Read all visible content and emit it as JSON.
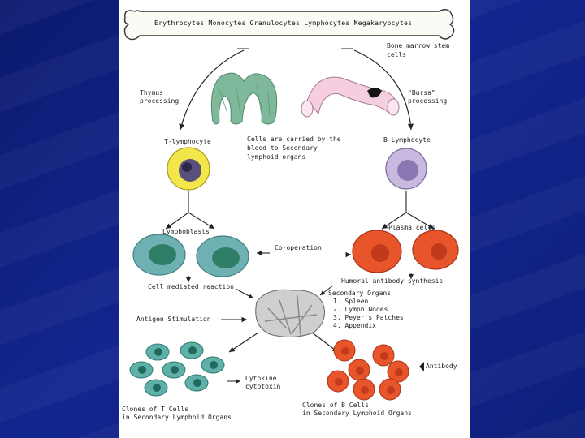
{
  "colors": {
    "background": "#0e1f7c",
    "panel": "#ffffff",
    "t_cell": "#f2e64a",
    "b_cell": "#b9a7d6",
    "plasma": "#e8552a",
    "lymphoblast": "#5fa3a3"
  },
  "bone": {
    "label": "Erythrocytes  Monocytes  Granulocytes  Lymphocytes  Megakaryocytes"
  },
  "labels": {
    "stem_cells": [
      "Bone marrow stem",
      "cells"
    ],
    "thymus": [
      "Thymus",
      "processing"
    ],
    "bursa": [
      "\"Bursa\"",
      "processing"
    ],
    "t_lymphocyte": "T-lymphocyte",
    "b_lymphocyte": "B-Lymphocyte",
    "carried": [
      "Cells are carried by the",
      "blood to Secondary",
      "lymphoid organs"
    ],
    "lymphoblasts": "Lymphoblasts",
    "plasma_cells": "Plasma cells",
    "cooperation": "Co-operation",
    "cell_mediated": "Cell mediated reaction",
    "humoral": "Humoral antibody synthesis",
    "secondary_organs": [
      "Secondary Organs",
      "1. Spleen",
      "2. Lymph Nodes",
      "3. Peyer's Patches",
      "4. Appendix"
    ],
    "antigen": "Antigen Stimulation",
    "cytokine": [
      "Cytokine",
      "cytotoxin"
    ],
    "antibody": "Antibody",
    "clones_t": [
      "Clones of T Cells",
      "in Secondary Lymphoid Organs"
    ],
    "clones_b": [
      "Clones of B Cells",
      "in Secondary Lymphoid Organs"
    ]
  }
}
